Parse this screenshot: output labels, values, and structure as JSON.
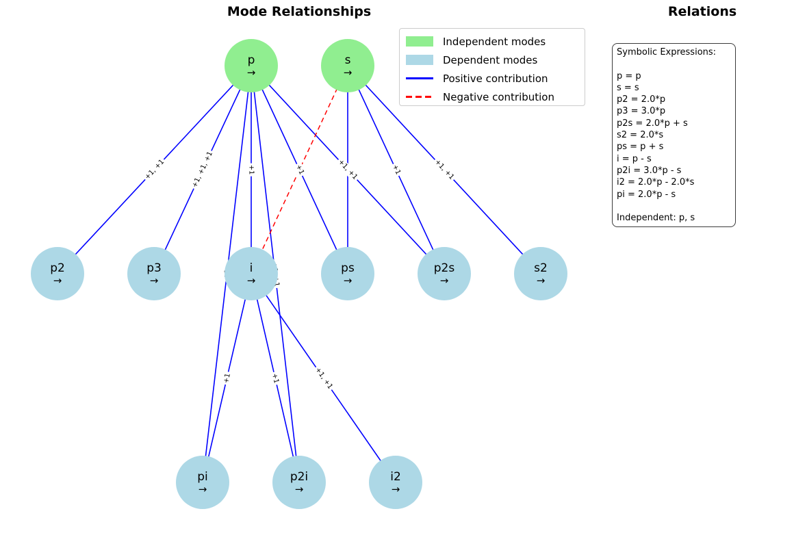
{
  "titles": {
    "graph": "Mode Relationships",
    "panel": "Relations"
  },
  "legend": {
    "items": [
      {
        "label": "Independent modes",
        "swatch": "green-patch"
      },
      {
        "label": "Dependent modes",
        "swatch": "lightblue-patch"
      },
      {
        "label": "Positive contribution",
        "swatch": "blue-solid-line"
      },
      {
        "label": "Negative contribution",
        "swatch": "red-dashed-line"
      }
    ]
  },
  "colors": {
    "independent": "#90EE90",
    "dependent": "#ADD8E6",
    "positive": "#0000FF",
    "negative": "#FF0000"
  },
  "nodes": [
    {
      "id": "p",
      "label": "p",
      "arrow": "→",
      "type": "independent"
    },
    {
      "id": "s",
      "label": "s",
      "arrow": "→",
      "type": "independent"
    },
    {
      "id": "p2",
      "label": "p2",
      "arrow": "→",
      "type": "dependent"
    },
    {
      "id": "p3",
      "label": "p3",
      "arrow": "→",
      "type": "dependent"
    },
    {
      "id": "i",
      "label": "i",
      "arrow": "→",
      "type": "dependent"
    },
    {
      "id": "ps",
      "label": "ps",
      "arrow": "→",
      "type": "dependent"
    },
    {
      "id": "p2s",
      "label": "p2s",
      "arrow": "→",
      "type": "dependent"
    },
    {
      "id": "s2",
      "label": "s2",
      "arrow": "→",
      "type": "dependent"
    },
    {
      "id": "pi",
      "label": "pi",
      "arrow": "→",
      "type": "dependent"
    },
    {
      "id": "p2i",
      "label": "p2i",
      "arrow": "→",
      "type": "dependent"
    },
    {
      "id": "i2",
      "label": "i2",
      "arrow": "→",
      "type": "dependent"
    }
  ],
  "edges": [
    {
      "from": "p",
      "to": "p2",
      "type": "positive",
      "label": "+1, +1"
    },
    {
      "from": "p",
      "to": "p3",
      "type": "positive",
      "label": "+1, +1, +1"
    },
    {
      "from": "p",
      "to": "i",
      "type": "positive",
      "label": "+1"
    },
    {
      "from": "p",
      "to": "ps",
      "type": "positive",
      "label": "+1"
    },
    {
      "from": "p",
      "to": "p2s",
      "type": "positive",
      "label": "+1, +1"
    },
    {
      "from": "s",
      "to": "i",
      "type": "negative",
      "label": ""
    },
    {
      "from": "s",
      "to": "ps",
      "type": "positive",
      "label": ""
    },
    {
      "from": "s",
      "to": "p2s",
      "type": "positive",
      "label": "+1"
    },
    {
      "from": "s",
      "to": "s2",
      "type": "positive",
      "label": "+1, +1"
    },
    {
      "from": "p",
      "to": "pi",
      "type": "positive",
      "label": "+1"
    },
    {
      "from": "p",
      "to": "p2i",
      "type": "positive",
      "label": "+1, +1"
    },
    {
      "from": "i",
      "to": "pi",
      "type": "positive",
      "label": "+1"
    },
    {
      "from": "i",
      "to": "p2i",
      "type": "positive",
      "label": "+1"
    },
    {
      "from": "i",
      "to": "i2",
      "type": "positive",
      "label": "+1, +1"
    }
  ],
  "relations_panel": {
    "heading": "Symbolic Expressions:",
    "expressions": [
      "p = p",
      "s = s",
      "p2 = 2.0*p",
      "p3 = 3.0*p",
      "p2s = 2.0*p + s",
      "s2 = 2.0*s",
      "ps = p + s",
      "i = p - s",
      "p2i = 3.0*p - s",
      "i2 = 2.0*p - 2.0*s",
      "pi = 2.0*p - s"
    ],
    "footer": "Independent: p, s"
  }
}
